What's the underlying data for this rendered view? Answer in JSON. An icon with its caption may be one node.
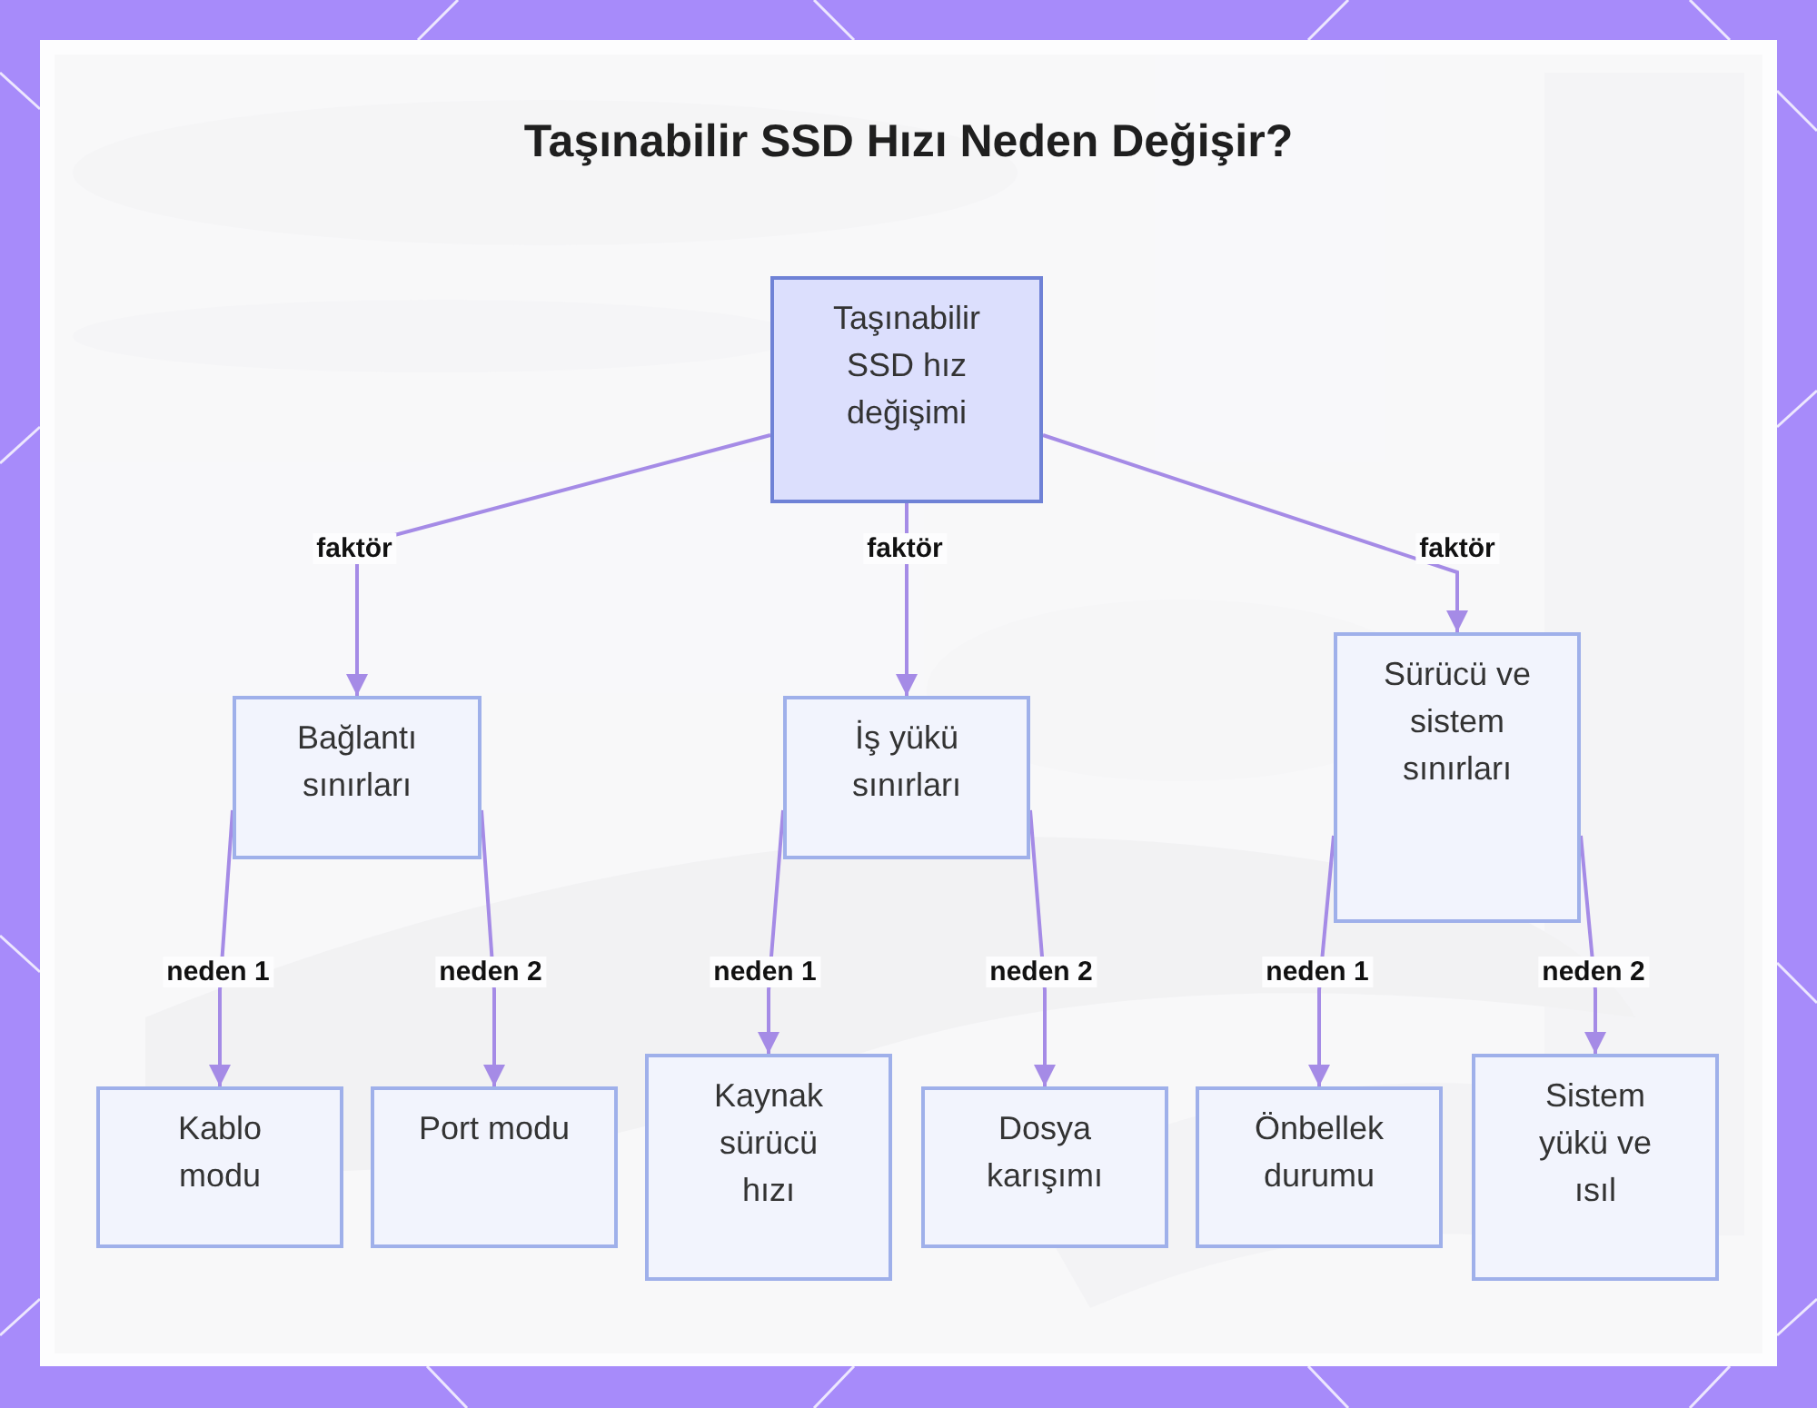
{
  "diagram": {
    "title": "Taşınabilir SSD Hızı Neden Değişir?",
    "nodes": [
      {
        "text": [
          "Taşınabilir SSD hız değişimi"
        ]
      },
      {
        "text": [
          "Bağlantı sınırları"
        ]
      },
      {
        "text": [
          "İş yükü sınırları"
        ]
      },
      {
        "text": [
          "Sürücü ve sistem sınırları"
        ]
      },
      {
        "text": [
          "Kablo modu"
        ]
      },
      {
        "text": [
          "Port modu"
        ]
      },
      {
        "text": [
          "Kaynak sürücü hızı"
        ]
      },
      {
        "text": [
          "Dosya karışımı"
        ]
      },
      {
        "text": [
          "Önbellek durumu"
        ]
      },
      {
        "text": [
          "Sistem yükü ve ısıl"
        ]
      }
    ],
    "edges": [
      {
        "from": 0,
        "to": 1,
        "arrow": "to",
        "label": "faktör"
      },
      {
        "from": 0,
        "to": 2,
        "arrow": "to",
        "label": "faktör"
      },
      {
        "from": 0,
        "to": 3,
        "arrow": "to",
        "label": "faktör"
      },
      {
        "from": 1,
        "to": 4,
        "arrow": "to",
        "label": "neden 1"
      },
      {
        "from": 1,
        "to": 5,
        "arrow": "to",
        "label": "neden 2"
      },
      {
        "from": 2,
        "to": 6,
        "arrow": "to",
        "label": "neden 1"
      },
      {
        "from": 2,
        "to": 7,
        "arrow": "to",
        "label": "neden 2"
      },
      {
        "from": 3,
        "to": 8,
        "arrow": "to",
        "label": "neden 1"
      },
      {
        "from": 3,
        "to": 9,
        "arrow": "to",
        "label": "neden 2"
      }
    ]
  }
}
